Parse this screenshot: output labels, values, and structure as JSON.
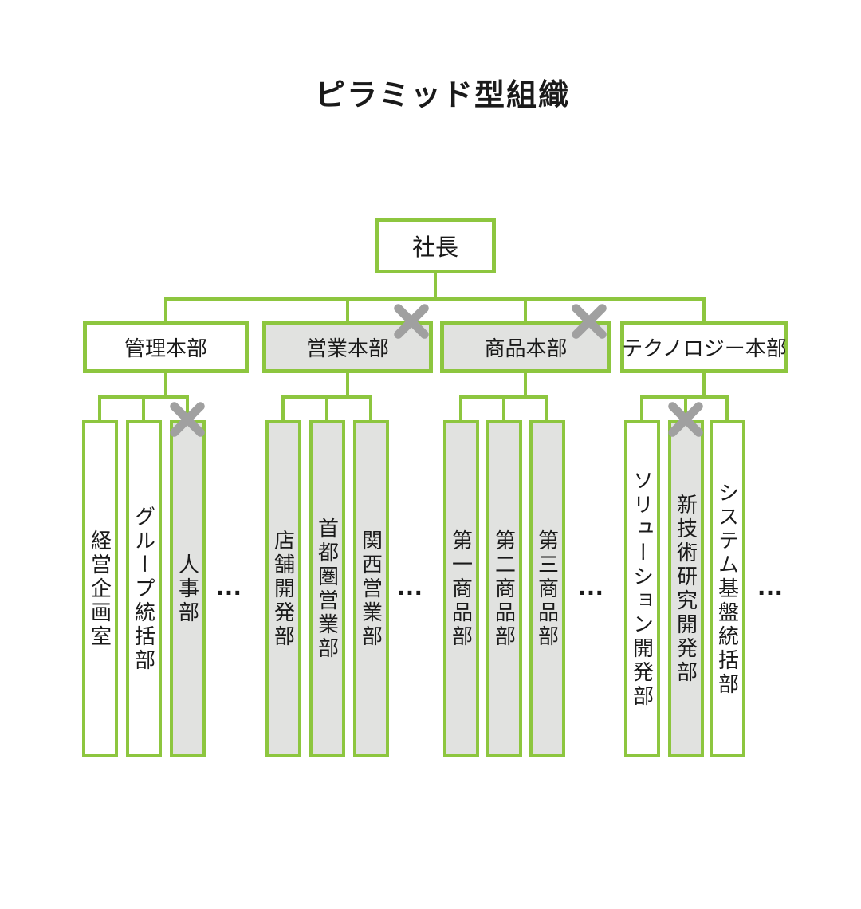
{
  "title": "ピラミッド型組織",
  "root": {
    "label": "社長"
  },
  "divisions": [
    {
      "label": "管理本部",
      "filled": false,
      "crossed": false,
      "more_label": "…",
      "departments": [
        {
          "label": "経営企画室",
          "filled": false,
          "crossed": false
        },
        {
          "label": "グループ統括部",
          "filled": false,
          "crossed": false
        },
        {
          "label": "人事部",
          "filled": true,
          "crossed": true
        }
      ]
    },
    {
      "label": "営業本部",
      "filled": true,
      "crossed": true,
      "more_label": "…",
      "departments": [
        {
          "label": "店舗開発部",
          "filled": true,
          "crossed": false
        },
        {
          "label": "首都圏営業部",
          "filled": true,
          "crossed": false
        },
        {
          "label": "関西営業部",
          "filled": true,
          "crossed": false
        }
      ]
    },
    {
      "label": "商品本部",
      "filled": true,
      "crossed": true,
      "more_label": "…",
      "departments": [
        {
          "label": "第一商品部",
          "filled": true,
          "crossed": false
        },
        {
          "label": "第二商品部",
          "filled": true,
          "crossed": false
        },
        {
          "label": "第三商品部",
          "filled": true,
          "crossed": false
        }
      ]
    },
    {
      "label": "テクノロジー本部",
      "filled": false,
      "crossed": false,
      "more_label": "…",
      "departments": [
        {
          "label": "ソリューション開発部",
          "filled": false,
          "crossed": false
        },
        {
          "label": "新技術研究開発部",
          "filled": true,
          "crossed": true
        },
        {
          "label": "システム基盤統括部",
          "filled": false,
          "crossed": false
        }
      ]
    }
  ],
  "colors": {
    "line_green": "#8DC63F",
    "filled_gray": "#E1E2E0",
    "cross_gray": "#A0A0A0",
    "text_black": "#1A1A1A"
  }
}
